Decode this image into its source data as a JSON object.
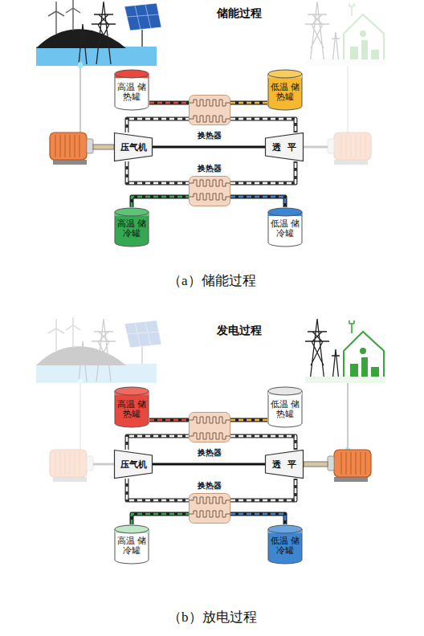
{
  "diagram": {
    "nodes": [
      {
        "text": [
          "高温 储热罐"
        ]
      },
      {
        "text": [
          "低温 储热罐"
        ]
      },
      {
        "text": [
          "压气机"
        ]
      },
      {
        "text": [
          "换热器"
        ]
      },
      {
        "text": [
          "透平"
        ]
      },
      {
        "text": [
          "换热器"
        ]
      },
      {
        "text": [
          "高温 储冷罐"
        ]
      },
      {
        "text": [
          "低温 储冷罐"
        ]
      },
      {
        "text": [
          "高温 储热罐"
        ]
      },
      {
        "text": [
          "低温 储热罐"
        ]
      },
      {
        "text": [
          "压气机"
        ]
      },
      {
        "text": [
          "换热器"
        ]
      },
      {
        "text": [
          "透平"
        ]
      },
      {
        "text": [
          "换热器"
        ]
      },
      {
        "text": [
          "高温 储冷罐"
        ]
      },
      {
        "text": [
          "低温 储冷罐"
        ]
      }
    ],
    "edges": [
      {
        "from": 0,
        "to": 3,
        "arrow": "none"
      },
      {
        "from": 3,
        "to": 1,
        "arrow": "none"
      },
      {
        "from": 2,
        "to": 3,
        "arrow": "none"
      },
      {
        "from": 3,
        "to": 4,
        "arrow": "none"
      },
      {
        "from": 2,
        "to": 4,
        "arrow": "none"
      },
      {
        "from": 2,
        "to": 5,
        "arrow": "none"
      },
      {
        "from": 5,
        "to": 4,
        "arrow": "none"
      },
      {
        "from": 6,
        "to": 5,
        "arrow": "none"
      },
      {
        "from": 5,
        "to": 7,
        "arrow": "none"
      },
      {
        "from": 8,
        "to": 11,
        "arrow": "none"
      },
      {
        "from": 11,
        "to": 9,
        "arrow": "none"
      },
      {
        "from": 10,
        "to": 11,
        "arrow": "none"
      },
      {
        "from": 11,
        "to": 12,
        "arrow": "none"
      },
      {
        "from": 10,
        "to": 12,
        "arrow": "none"
      },
      {
        "from": 10,
        "to": 13,
        "arrow": "none"
      },
      {
        "from": 13,
        "to": 12,
        "arrow": "none"
      },
      {
        "from": 14,
        "to": 13,
        "arrow": "none"
      },
      {
        "from": 13,
        "to": 15,
        "arrow": "none"
      }
    ],
    "labels": [
      "储能过程",
      "（a）储能过程",
      "发电过程",
      "（b）放电过程"
    ]
  }
}
